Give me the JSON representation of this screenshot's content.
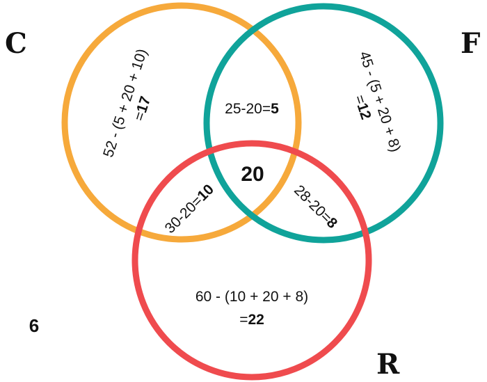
{
  "colors": {
    "circle_c": "#F6A93B",
    "circle_f": "#10A39A",
    "circle_r": "#EF4B4E"
  },
  "labels": {
    "c": "C",
    "f": "F",
    "r": "R"
  },
  "regions": {
    "c_only": {
      "line1": "52 - (5 + 20 + 10)",
      "line2_prefix": "=",
      "line2_value": "17"
    },
    "f_only": {
      "line1": "45 - (5 + 20 + 8)",
      "line2_prefix": "=",
      "line2_value": "12"
    },
    "r_only": {
      "line1": "60 - (10 + 20 + 8)",
      "line2_prefix": "=",
      "line2_value": "22"
    },
    "c_and_f": {
      "expr": "25-20=",
      "value": "5"
    },
    "c_and_r": {
      "expr": "30-20=",
      "value": "10"
    },
    "f_and_r": {
      "expr": "28-20=",
      "value": "8"
    },
    "all_three": "20",
    "outside": "6"
  }
}
